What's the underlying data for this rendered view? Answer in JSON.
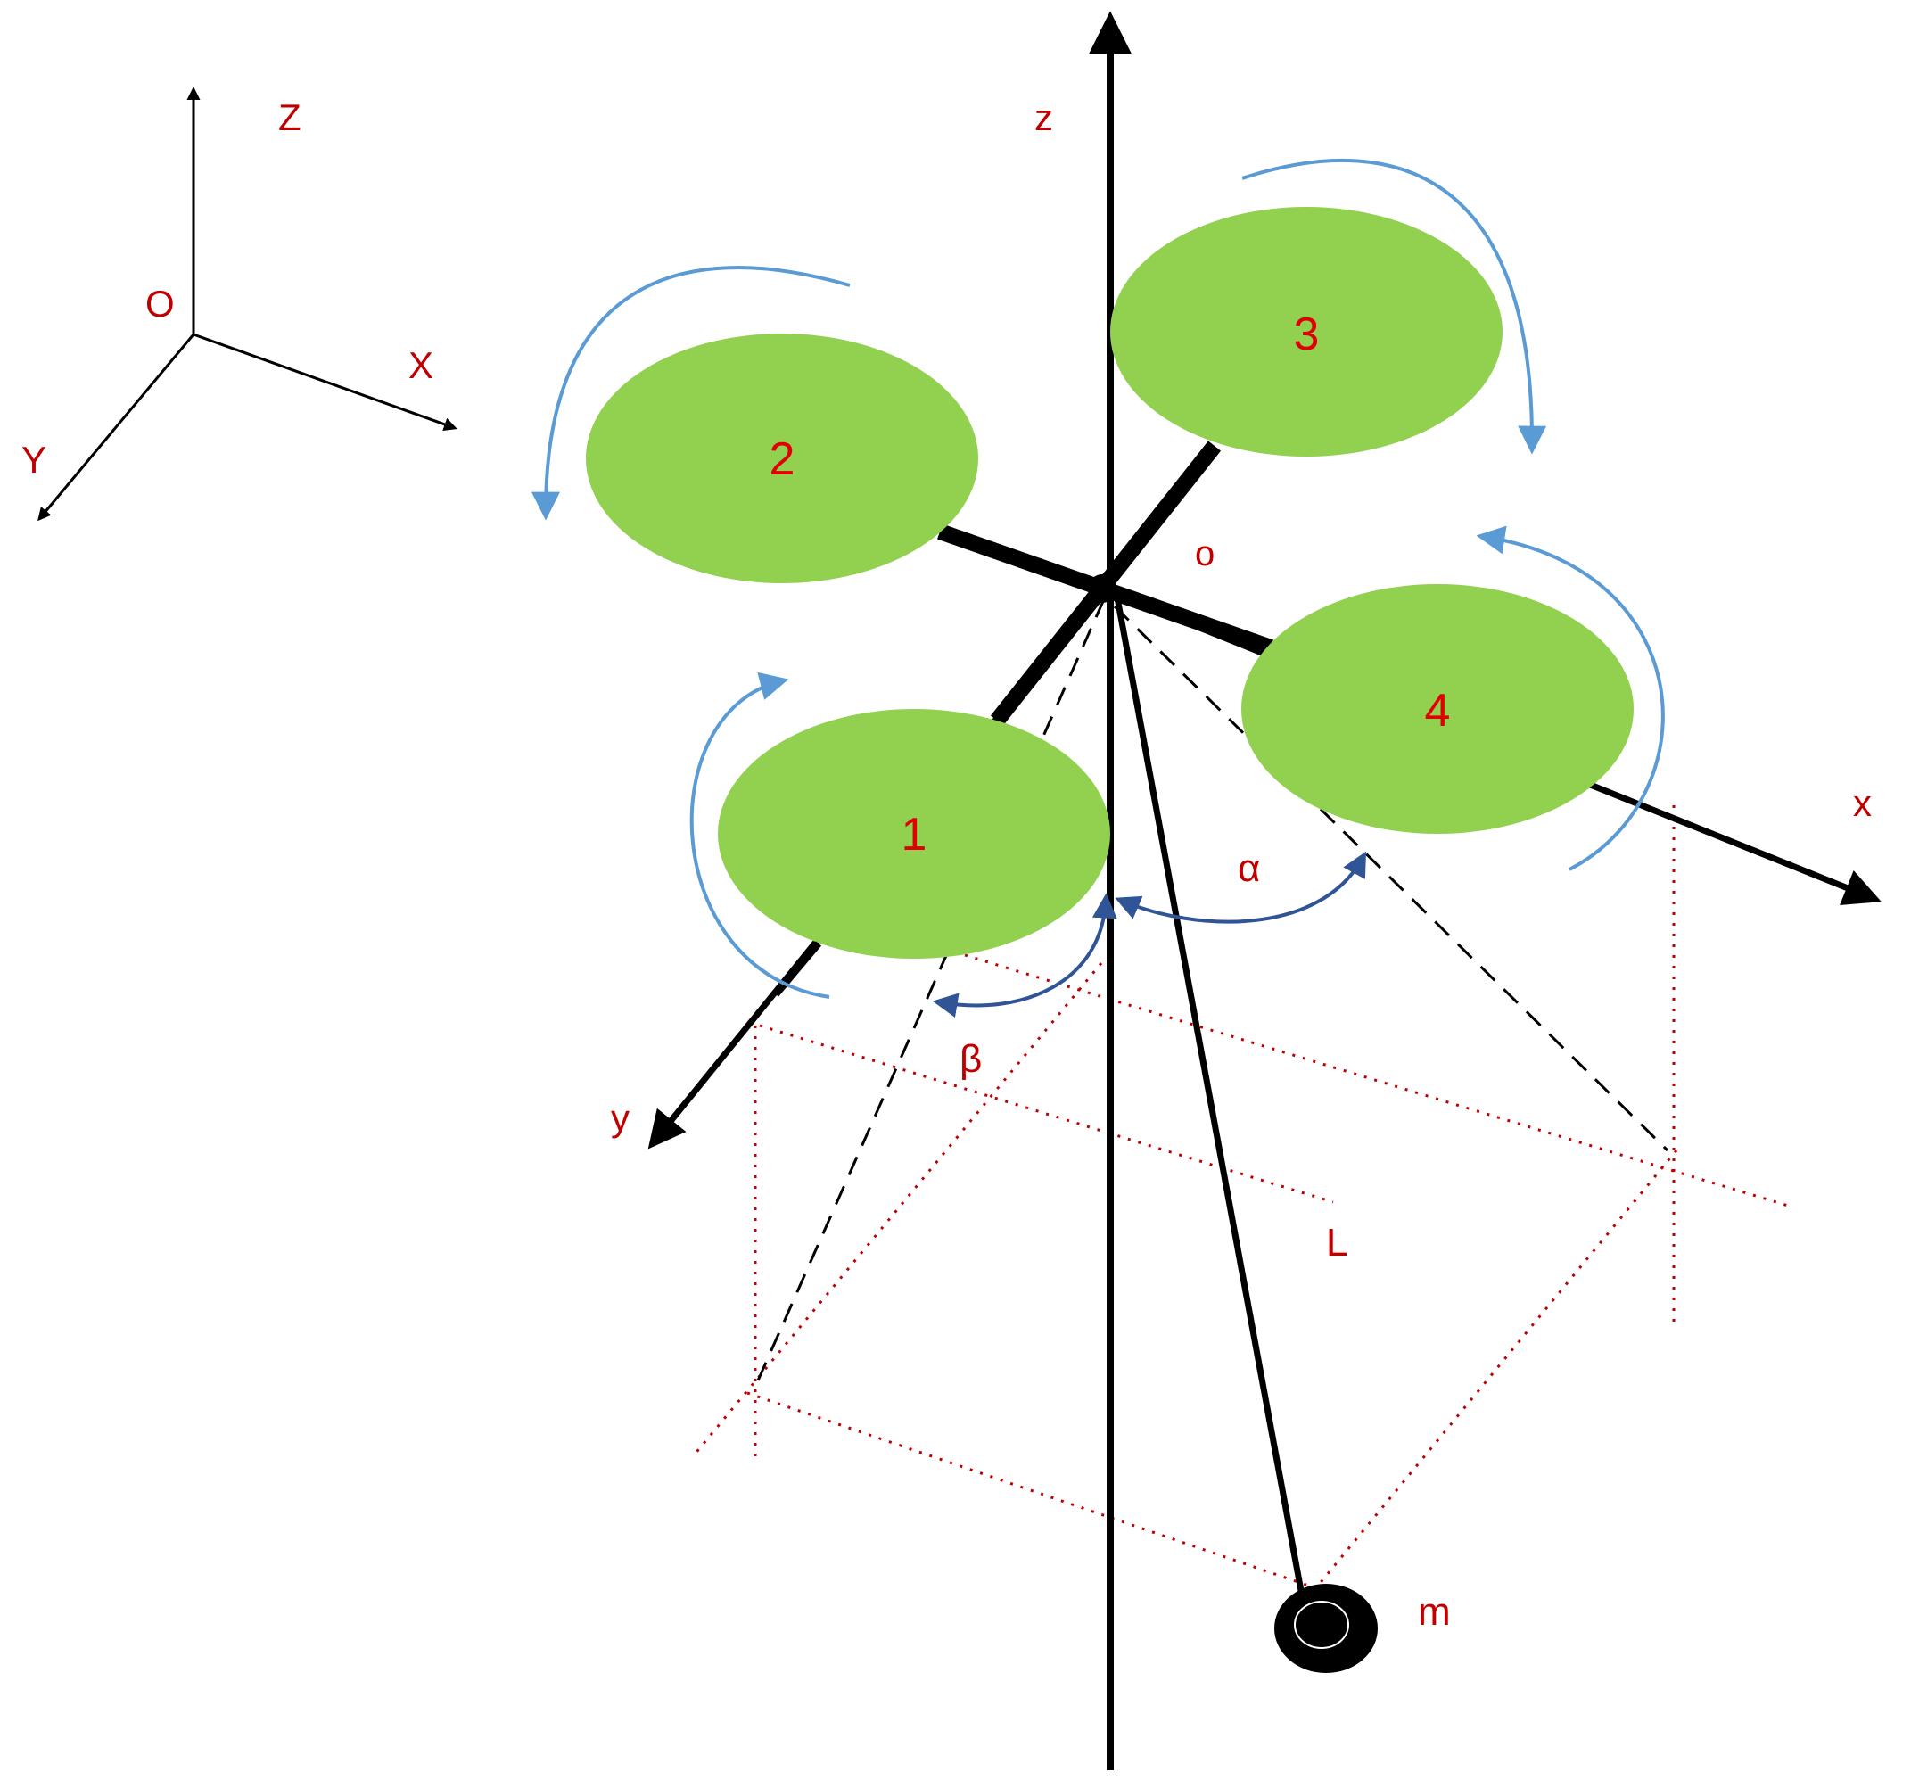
{
  "labels": {
    "world_z": "Z",
    "world_x": "X",
    "world_y": "Y",
    "world_origin": "O",
    "body_z": "z",
    "body_x": "x",
    "body_y": "y",
    "body_origin": "o",
    "alpha": "α",
    "beta": "β",
    "length": "L",
    "mass": "m"
  },
  "rotors": [
    {
      "label": "1"
    },
    {
      "label": "2"
    },
    {
      "label": "3"
    },
    {
      "label": "4"
    }
  ],
  "colors": {
    "rotor_fill": "#92d050",
    "rotation_arrow": "#5b9bd5",
    "angle_arrow": "#2f5597",
    "label_text": "#c00000",
    "projection_lines": "#c00000",
    "structure": "#000000"
  }
}
